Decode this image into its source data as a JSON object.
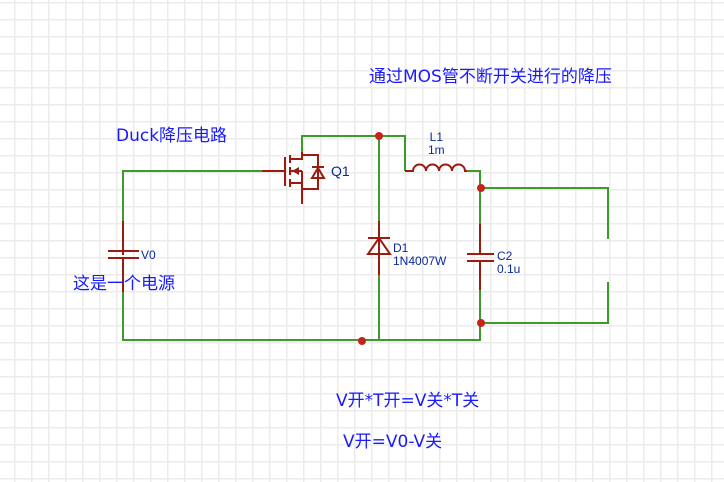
{
  "notes": {
    "title": "Duck降压电路",
    "description": "通过MOS管不断开关进行的降压",
    "source_note": "这是一个电源",
    "formula_1": "V开*T开=V关*T关",
    "formula_2": "V开=V0-V关"
  },
  "components": {
    "mosfet": {
      "ref": "Q1",
      "type": "mosfet-n-channel"
    },
    "inductor": {
      "ref": "L1",
      "value": "1m"
    },
    "diode": {
      "ref": "D1",
      "value": "1N4007W"
    },
    "capacitor": {
      "ref": "C2",
      "value": "0.1u"
    },
    "source": {
      "ref": "V0",
      "type": "battery"
    }
  },
  "colors": {
    "wire": "#3f9a2e",
    "component": "#9a1b12",
    "junction": "#c8231a",
    "note_text": "#1a1aff",
    "label_text": "#0a2a9a",
    "grid": "#ebebeb"
  }
}
